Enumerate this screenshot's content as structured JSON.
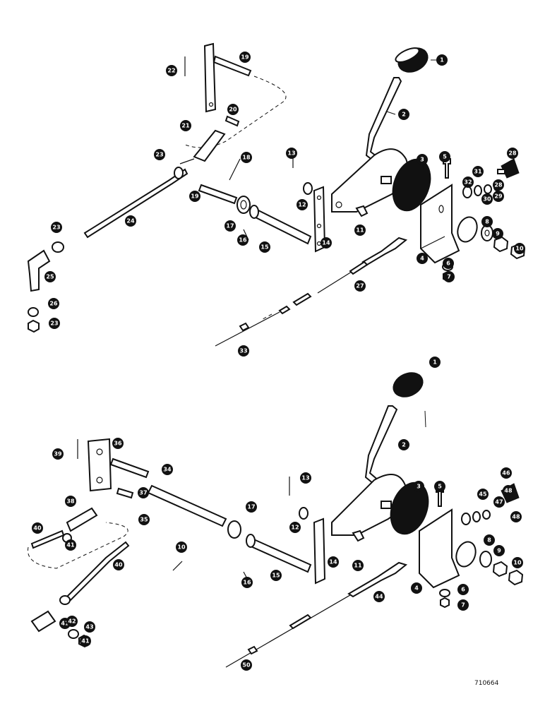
{
  "figure_id": "710664",
  "callouts": [
    {
      "label": "1"
    },
    {
      "label": "2"
    },
    {
      "label": "3"
    },
    {
      "label": "5"
    },
    {
      "label": "28"
    },
    {
      "label": "31"
    },
    {
      "label": "32"
    },
    {
      "label": "29"
    },
    {
      "label": "30"
    },
    {
      "label": "28"
    },
    {
      "label": "8"
    },
    {
      "label": "9"
    },
    {
      "label": "10"
    },
    {
      "label": "4"
    },
    {
      "label": "6"
    },
    {
      "label": "7"
    },
    {
      "label": "27"
    },
    {
      "label": "33"
    },
    {
      "label": "22"
    },
    {
      "label": "19"
    },
    {
      "label": "20"
    },
    {
      "label": "21"
    },
    {
      "label": "23"
    },
    {
      "label": "18"
    },
    {
      "label": "13"
    },
    {
      "label": "19"
    },
    {
      "label": "12"
    },
    {
      "label": "11"
    },
    {
      "label": "17"
    },
    {
      "label": "15"
    },
    {
      "label": "14"
    },
    {
      "label": "16"
    },
    {
      "label": "24"
    },
    {
      "label": "23"
    },
    {
      "label": "25"
    },
    {
      "label": "26"
    },
    {
      "label": "23"
    },
    {
      "label": "1"
    },
    {
      "label": "2"
    },
    {
      "label": "3"
    },
    {
      "label": "5"
    },
    {
      "label": "46"
    },
    {
      "label": "48"
    },
    {
      "label": "45"
    },
    {
      "label": "47"
    },
    {
      "label": "48"
    },
    {
      "label": "8"
    },
    {
      "label": "9"
    },
    {
      "label": "10"
    },
    {
      "label": "4"
    },
    {
      "label": "6"
    },
    {
      "label": "7"
    },
    {
      "label": "44"
    },
    {
      "label": "50"
    },
    {
      "label": "39"
    },
    {
      "label": "36"
    },
    {
      "label": "34"
    },
    {
      "label": "37"
    },
    {
      "label": "35"
    },
    {
      "label": "38"
    },
    {
      "label": "40"
    },
    {
      "label": "41"
    },
    {
      "label": "10"
    },
    {
      "label": "13"
    },
    {
      "label": "17"
    },
    {
      "label": "12"
    },
    {
      "label": "14"
    },
    {
      "label": "11"
    },
    {
      "label": "16"
    },
    {
      "label": "15"
    },
    {
      "label": "40"
    },
    {
      "label": "41"
    },
    {
      "label": "42"
    },
    {
      "label": "43"
    },
    {
      "label": "41"
    }
  ]
}
